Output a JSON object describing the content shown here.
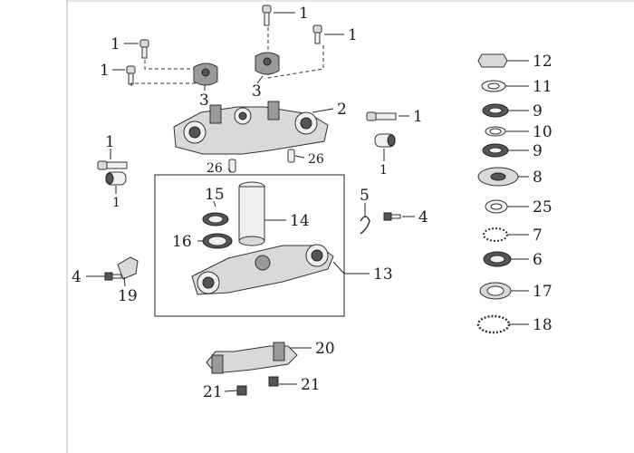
{
  "callouts": {
    "c1a": "1",
    "c1b": "1",
    "c1c": "1",
    "c1d": "1",
    "c1e": "1",
    "c1f": "1",
    "c1g": "1",
    "c1h": "1",
    "c2": "2",
    "c3a": "3",
    "c3b": "3",
    "c4a": "4",
    "c4b": "4",
    "c5": "5",
    "c6": "6",
    "c7": "7",
    "c8": "8",
    "c9a": "9",
    "c9b": "9",
    "c10": "10",
    "c11": "11",
    "c12": "12",
    "c13": "13",
    "c14": "14",
    "c15": "15",
    "c16": "16",
    "c17": "17",
    "c18": "18",
    "c19": "19",
    "c20": "20",
    "c21a": "21",
    "c21b": "21",
    "c25": "25",
    "c26a": "26",
    "c26b": "26"
  }
}
